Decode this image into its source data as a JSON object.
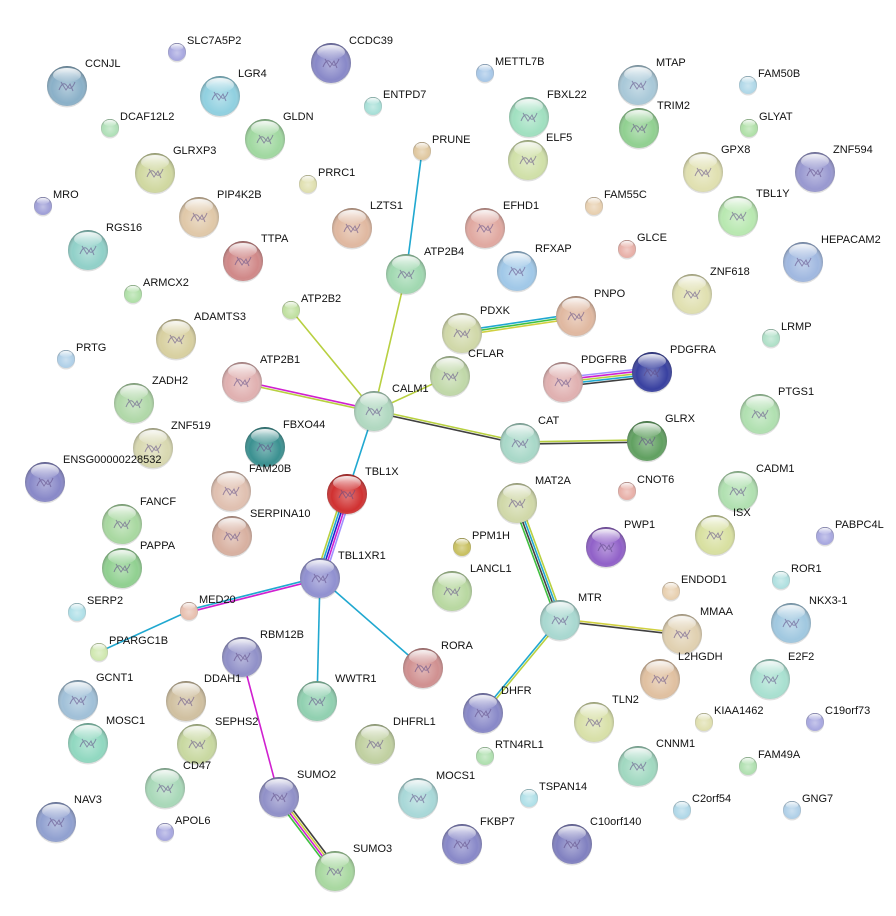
{
  "nodes": [
    {
      "label": "CCNJL",
      "color": "#8ab0c8",
      "size": "large"
    },
    {
      "label": "SLC7A5P2",
      "color": "#a8a8e0",
      "size": "small"
    },
    {
      "label": "CCDC39",
      "color": "#8888c8",
      "size": "large"
    },
    {
      "label": "LGR4",
      "color": "#90d0e0",
      "size": "large"
    },
    {
      "label": "ENTPD7",
      "color": "#a8e0d8",
      "size": "small"
    },
    {
      "label": "METTL7B",
      "color": "#a8c8e8",
      "size": "small"
    },
    {
      "label": "MTAP",
      "color": "#a8c8d8",
      "size": "large"
    },
    {
      "label": "FAM50B",
      "color": "#b0d8e8",
      "size": "small"
    },
    {
      "label": "DCAF12L2",
      "color": "#b0e0b8",
      "size": "small"
    },
    {
      "label": "GLDN",
      "color": "#a0d8a0",
      "size": "large"
    },
    {
      "label": "FBXL22",
      "color": "#a0e0c0",
      "size": "large"
    },
    {
      "label": "TRIM2",
      "color": "#90d090",
      "size": "large"
    },
    {
      "label": "GLYAT",
      "color": "#b0e0a8",
      "size": "small"
    },
    {
      "label": "PRUNE",
      "color": "#e0c8a0",
      "size": "small"
    },
    {
      "label": "GLRXP3",
      "color": "#d0d8a0",
      "size": "large"
    },
    {
      "label": "ELF5",
      "color": "#d0e0a8",
      "size": "large"
    },
    {
      "label": "GPX8",
      "color": "#e0e0b0",
      "size": "large"
    },
    {
      "label": "ZNF594",
      "color": "#9898d0",
      "size": "large"
    },
    {
      "label": "PRRC1",
      "color": "#e0e0b0",
      "size": "small"
    },
    {
      "label": "MRO",
      "color": "#a0a0d8",
      "size": "small"
    },
    {
      "label": "PIP4K2B",
      "color": "#e0c8a8",
      "size": "large"
    },
    {
      "label": "FAM55C",
      "color": "#e8d0b0",
      "size": "small"
    },
    {
      "label": "EFHD1",
      "color": "#e0a8a0",
      "size": "large"
    },
    {
      "label": "LZTS1",
      "color": "#e0b8a0",
      "size": "large"
    },
    {
      "label": "TBL1Y",
      "color": "#b8e8b0",
      "size": "large"
    },
    {
      "label": "RGS16",
      "color": "#90d0c8",
      "size": "large"
    },
    {
      "label": "GLCE",
      "color": "#e8b0a8",
      "size": "small"
    },
    {
      "label": "TTPA",
      "color": "#d08888",
      "size": "large"
    },
    {
      "label": "ATP2B4",
      "color": "#a0d8b0",
      "size": "large"
    },
    {
      "label": "RFXAP",
      "color": "#a0c8e8",
      "size": "large"
    },
    {
      "label": "HEPACAM2",
      "color": "#a0b8e0",
      "size": "large"
    },
    {
      "label": "ZNF618",
      "color": "#e0e0b0",
      "size": "large"
    },
    {
      "label": "ARMCX2",
      "color": "#b0e0a8",
      "size": "small"
    },
    {
      "label": "ATP2B2",
      "color": "#c0e0a0",
      "size": "small"
    },
    {
      "label": "PDXK",
      "color": "#d0d8a8",
      "size": "large"
    },
    {
      "label": "PNPO",
      "color": "#e0b8a0",
      "size": "large"
    },
    {
      "label": "ADAMTS3",
      "color": "#d8d0a0",
      "size": "large"
    },
    {
      "label": "LRMP",
      "color": "#b0e0c8",
      "size": "small"
    },
    {
      "label": "PRTG",
      "color": "#b0d0e8",
      "size": "small"
    },
    {
      "label": "ATP2B1",
      "color": "#e0b0b0",
      "size": "large"
    },
    {
      "label": "PDGFRB",
      "color": "#e0b0b0",
      "size": "large"
    },
    {
      "label": "PDGFRA",
      "color": "#3840a0",
      "size": "large"
    },
    {
      "label": "CFLAR",
      "color": "#c0d8a8",
      "size": "large"
    },
    {
      "label": "ZADH2",
      "color": "#b0d8a8",
      "size": "large"
    },
    {
      "label": "CALM1",
      "color": "#b0d8c0",
      "size": "large"
    },
    {
      "label": "PTGS1",
      "color": "#b0e0b0",
      "size": "large"
    },
    {
      "label": "CAT",
      "color": "#a8d8c8",
      "size": "large"
    },
    {
      "label": "GLRX",
      "color": "#60a060",
      "size": "large"
    },
    {
      "label": "ZNF519",
      "color": "#d8d8b0",
      "size": "large"
    },
    {
      "label": "FBXO44",
      "color": "#3a9090",
      "size": "large"
    },
    {
      "label": "ENSG00000228532",
      "color": "#8888c8",
      "size": "large"
    },
    {
      "label": "TBL1X",
      "color": "#d03030",
      "size": "large"
    },
    {
      "label": "FAM20B",
      "color": "#e0c0b0",
      "size": "large"
    },
    {
      "label": "CNOT6",
      "color": "#e8b0a8",
      "size": "small"
    },
    {
      "label": "CADM1",
      "color": "#b0e0b0",
      "size": "large"
    },
    {
      "label": "MAT2A",
      "color": "#d0d8a8",
      "size": "large"
    },
    {
      "label": "FANCF",
      "color": "#a8d8a0",
      "size": "large"
    },
    {
      "label": "SERPINA10",
      "color": "#d8b0a0",
      "size": "large"
    },
    {
      "label": "ISX",
      "color": "#d8e0a0",
      "size": "large"
    },
    {
      "label": "PABPC4L",
      "color": "#a8a8e0",
      "size": "small"
    },
    {
      "label": "PPM1H",
      "color": "#c8c060",
      "size": "small"
    },
    {
      "label": "PWP1",
      "color": "#9060c8",
      "size": "large"
    },
    {
      "label": "PAPPA",
      "color": "#90d090",
      "size": "large"
    },
    {
      "label": "TBL1XR1",
      "color": "#9090d0",
      "size": "large"
    },
    {
      "label": "LANCL1",
      "color": "#b8d8a0",
      "size": "large"
    },
    {
      "label": "ENDOD1",
      "color": "#e8d0b0",
      "size": "small"
    },
    {
      "label": "ROR1",
      "color": "#b0e0e0",
      "size": "small"
    },
    {
      "label": "SERP2",
      "color": "#b0e0e8",
      "size": "small"
    },
    {
      "label": "MED20",
      "color": "#e8c0b0",
      "size": "small"
    },
    {
      "label": "MTR",
      "color": "#a8d8d0",
      "size": "large"
    },
    {
      "label": "NKX3-1",
      "color": "#a0c8e0",
      "size": "large"
    },
    {
      "label": "MMAA",
      "color": "#e0d0b0",
      "size": "large"
    },
    {
      "label": "PPARGC1B",
      "color": "#d0e8b0",
      "size": "small"
    },
    {
      "label": "RBM12B",
      "color": "#9090c8",
      "size": "large"
    },
    {
      "label": "RORA",
      "color": "#d09090",
      "size": "large"
    },
    {
      "label": "L2HGDH",
      "color": "#e0c0a0",
      "size": "large"
    },
    {
      "label": "E2F2",
      "color": "#a8e0d0",
      "size": "large"
    },
    {
      "label": "GCNT1",
      "color": "#a0c0d8",
      "size": "large"
    },
    {
      "label": "DDAH1",
      "color": "#d0c0a0",
      "size": "large"
    },
    {
      "label": "WWTR1",
      "color": "#90d0b0",
      "size": "large"
    },
    {
      "label": "DHFR",
      "color": "#8888c8",
      "size": "large"
    },
    {
      "label": "TLN2",
      "color": "#d8e0a8",
      "size": "large"
    },
    {
      "label": "KIAA1462",
      "color": "#e0e0b0",
      "size": "small"
    },
    {
      "label": "C19orf73",
      "color": "#a8a8e0",
      "size": "small"
    },
    {
      "label": "SEPHS2",
      "color": "#c8d8a0",
      "size": "large"
    },
    {
      "label": "MOSC1",
      "color": "#90d8c0",
      "size": "large"
    },
    {
      "label": "DHFRL1",
      "color": "#c0d0a0",
      "size": "large"
    },
    {
      "label": "RTN4RL1",
      "color": "#b0e0b0",
      "size": "small"
    },
    {
      "label": "CNNM1",
      "color": "#a0d8c0",
      "size": "large"
    },
    {
      "label": "FAM49A",
      "color": "#b0e0b0",
      "size": "small"
    },
    {
      "label": "CD47",
      "color": "#a8d8b8",
      "size": "large"
    },
    {
      "label": "SUMO2",
      "color": "#9090c8",
      "size": "large"
    },
    {
      "label": "MOCS1",
      "color": "#a8d8d8",
      "size": "large"
    },
    {
      "label": "TSPAN14",
      "color": "#b0e0e8",
      "size": "small"
    },
    {
      "label": "C2orf54",
      "color": "#b0d8e8",
      "size": "small"
    },
    {
      "label": "GNG7",
      "color": "#b0d0e8",
      "size": "small"
    },
    {
      "label": "NAV3",
      "color": "#90a0d0",
      "size": "large"
    },
    {
      "label": "APOL6",
      "color": "#a8a8e0",
      "size": "small"
    },
    {
      "label": "FKBP7",
      "color": "#8888c8",
      "size": "large"
    },
    {
      "label": "C10orf140",
      "color": "#8080c0",
      "size": "large"
    },
    {
      "label": "SUMO3",
      "color": "#a8d8a0",
      "size": "large"
    }
  ],
  "edges": [
    {
      "from": "PRUNE",
      "to": "ATP2B4",
      "colors": [
        "#20a8d0"
      ]
    },
    {
      "from": "ATP2B4",
      "to": "CALM1",
      "colors": [
        "#b8d040"
      ]
    },
    {
      "from": "ATP2B2",
      "to": "CALM1",
      "colors": [
        "#b8d040"
      ]
    },
    {
      "from": "ATP2B1",
      "to": "CALM1",
      "colors": [
        "#d020d0",
        "#b8d040"
      ]
    },
    {
      "from": "CALM1",
      "to": "CFLAR",
      "colors": [
        "#b8d040"
      ]
    },
    {
      "from": "CALM1",
      "to": "CAT",
      "colors": [
        "#b8d040",
        "#404040"
      ]
    },
    {
      "from": "CAT",
      "to": "GLRX",
      "colors": [
        "#b8d040",
        "#404040"
      ]
    },
    {
      "from": "PDXK",
      "to": "PNPO",
      "colors": [
        "#20a8d0",
        "#40c040",
        "#d0d040"
      ]
    },
    {
      "from": "PDGFRB",
      "to": "PDGFRA",
      "colors": [
        "#a090ff",
        "#d020d0",
        "#b8d040",
        "#20a8d0",
        "#404040"
      ]
    },
    {
      "from": "CALM1",
      "to": "TBL1X",
      "colors": [
        "#20a8d0"
      ]
    },
    {
      "from": "TBL1X",
      "to": "TBL1XR1",
      "colors": [
        "#a090ff",
        "#d020d0",
        "#2020d0",
        "#20a8d0",
        "#b8d040"
      ]
    },
    {
      "from": "TBL1XR1",
      "to": "MED20",
      "colors": [
        "#d020d0",
        "#20a8d0"
      ]
    },
    {
      "from": "MED20",
      "to": "PPARGC1B",
      "colors": [
        "#20a8d0"
      ]
    },
    {
      "from": "TBL1XR1",
      "to": "WWTR1",
      "colors": [
        "#20a8d0"
      ]
    },
    {
      "from": "TBL1XR1",
      "to": "RORA",
      "colors": [
        "#20a8d0"
      ]
    },
    {
      "from": "RBM12B",
      "to": "SUMO2",
      "colors": [
        "#d020d0"
      ]
    },
    {
      "from": "SUMO2",
      "to": "SUMO3",
      "colors": [
        "#404040",
        "#d0d040",
        "#d020d0",
        "#40c040"
      ]
    },
    {
      "from": "MAT2A",
      "to": "MTR",
      "colors": [
        "#b8d040",
        "#20a8d0",
        "#404040",
        "#40c040"
      ]
    },
    {
      "from": "MTR",
      "to": "MMAA",
      "colors": [
        "#d0d040",
        "#404040"
      ]
    },
    {
      "from": "MTR",
      "to": "DHFR",
      "colors": [
        "#b8d040",
        "#20a8d0"
      ]
    }
  ]
}
